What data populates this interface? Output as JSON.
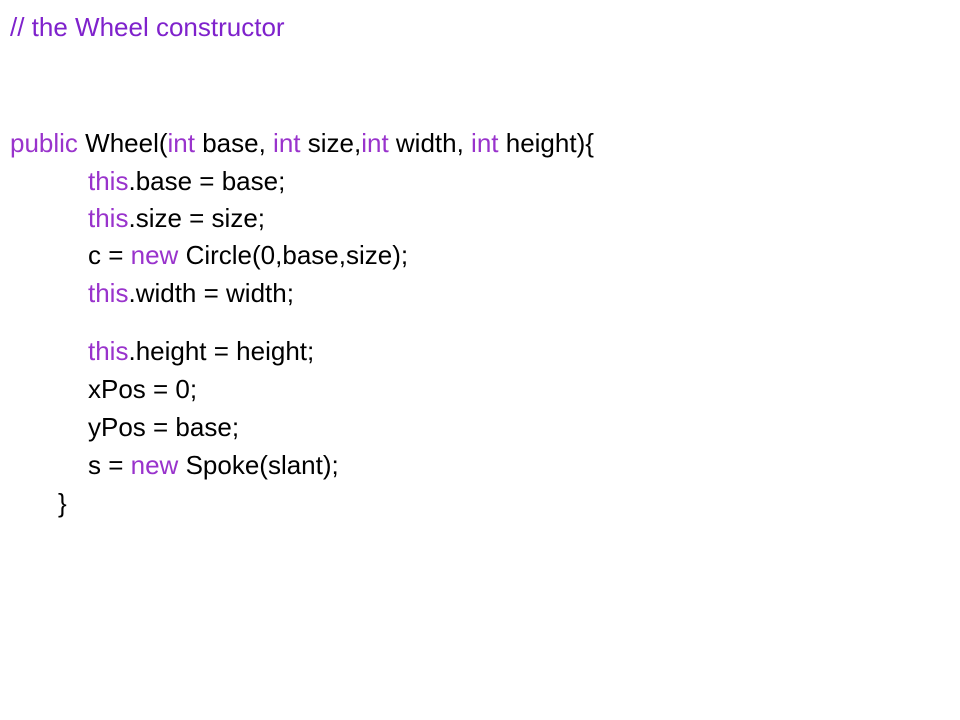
{
  "colors": {
    "keyword": "#9933cc",
    "comment": "#7f22cc",
    "text": "#000000",
    "background": "#ffffff"
  },
  "code": {
    "comment": "// the Wheel constructor",
    "lines": [
      {
        "id": "signature",
        "tokens": [
          {
            "k": true,
            "t": "public"
          },
          {
            "k": false,
            "t": " Wheel("
          },
          {
            "k": true,
            "t": "int"
          },
          {
            "k": false,
            "t": " base, "
          },
          {
            "k": true,
            "t": "int"
          },
          {
            "k": false,
            "t": " size,"
          },
          {
            "k": true,
            "t": "int"
          },
          {
            "k": false,
            "t": " width, "
          },
          {
            "k": true,
            "t": "int"
          },
          {
            "k": false,
            "t": " height){"
          }
        ]
      },
      {
        "id": "assign-base",
        "tokens": [
          {
            "k": true,
            "t": "this"
          },
          {
            "k": false,
            "t": ".base = base;"
          }
        ]
      },
      {
        "id": "assign-size",
        "tokens": [
          {
            "k": true,
            "t": "this"
          },
          {
            "k": false,
            "t": ".size = size;"
          }
        ]
      },
      {
        "id": "new-circle",
        "tokens": [
          {
            "k": false,
            "t": "c = "
          },
          {
            "k": true,
            "t": "new"
          },
          {
            "k": false,
            "t": " Circle(0,base,size);"
          }
        ]
      },
      {
        "id": "assign-width",
        "tokens": [
          {
            "k": true,
            "t": "this"
          },
          {
            "k": false,
            "t": ".width = width;"
          }
        ]
      },
      {
        "id": "assign-height",
        "tokens": [
          {
            "k": true,
            "t": "this"
          },
          {
            "k": false,
            "t": ".height = height;"
          }
        ]
      },
      {
        "id": "assign-xpos",
        "tokens": [
          {
            "k": false,
            "t": "xPos = 0;"
          }
        ]
      },
      {
        "id": "assign-ypos",
        "tokens": [
          {
            "k": false,
            "t": "yPos = base;"
          }
        ]
      },
      {
        "id": "new-spoke",
        "tokens": [
          {
            "k": false,
            "t": "s = "
          },
          {
            "k": true,
            "t": "new"
          },
          {
            "k": false,
            "t": " Spoke(slant);"
          }
        ]
      },
      {
        "id": "closing-brace",
        "tokens": [
          {
            "k": false,
            "t": "}"
          }
        ]
      }
    ]
  }
}
